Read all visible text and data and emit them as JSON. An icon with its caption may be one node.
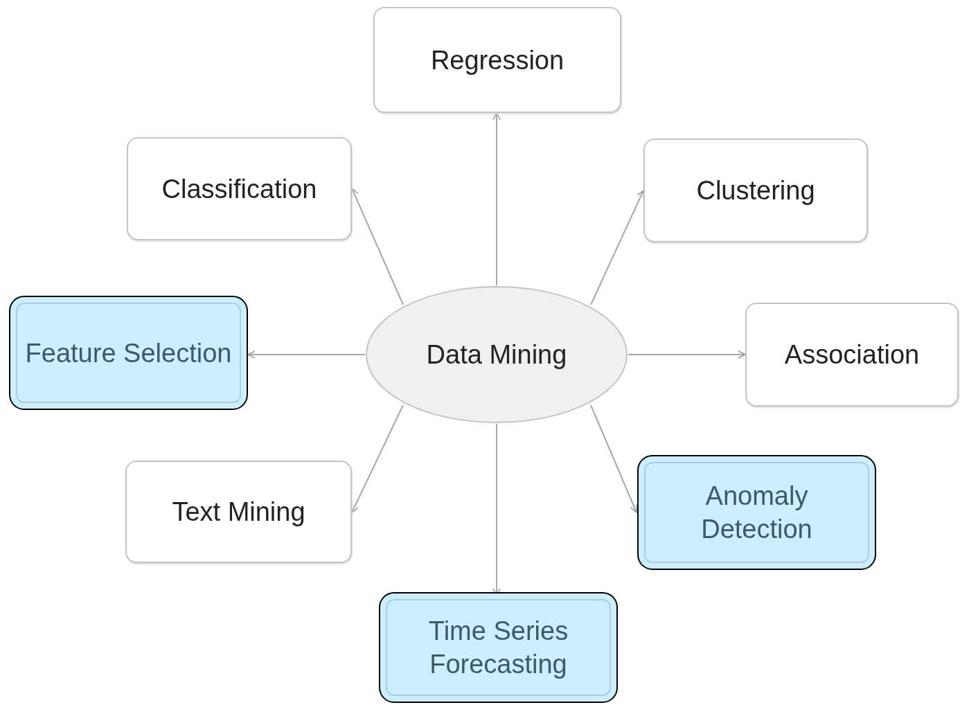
{
  "diagram": {
    "nodes": [
      {
        "text": [
          "Regression"
        ]
      },
      {
        "text": [
          "Classification"
        ]
      },
      {
        "text": [
          "Clustering"
        ]
      },
      {
        "text": [
          "Feature Selection"
        ]
      },
      {
        "text": [
          "Data Mining"
        ]
      },
      {
        "text": [
          "Association"
        ]
      },
      {
        "text": [
          "Text Mining"
        ]
      },
      {
        "text": [
          "Anomaly Detection"
        ]
      },
      {
        "text": [
          "Time Series Forecasting"
        ]
      }
    ],
    "edges": [
      {
        "from": 4,
        "to": 0,
        "arrow": "to"
      },
      {
        "from": 4,
        "to": 1,
        "arrow": "to"
      },
      {
        "from": 4,
        "to": 2,
        "arrow": "to"
      },
      {
        "from": 4,
        "to": 3,
        "arrow": "to"
      },
      {
        "from": 4,
        "to": 5,
        "arrow": "to"
      },
      {
        "from": 4,
        "to": 6,
        "arrow": "to"
      },
      {
        "from": 4,
        "to": 7,
        "arrow": "to"
      },
      {
        "from": 4,
        "to": 8,
        "arrow": "to"
      }
    ]
  }
}
